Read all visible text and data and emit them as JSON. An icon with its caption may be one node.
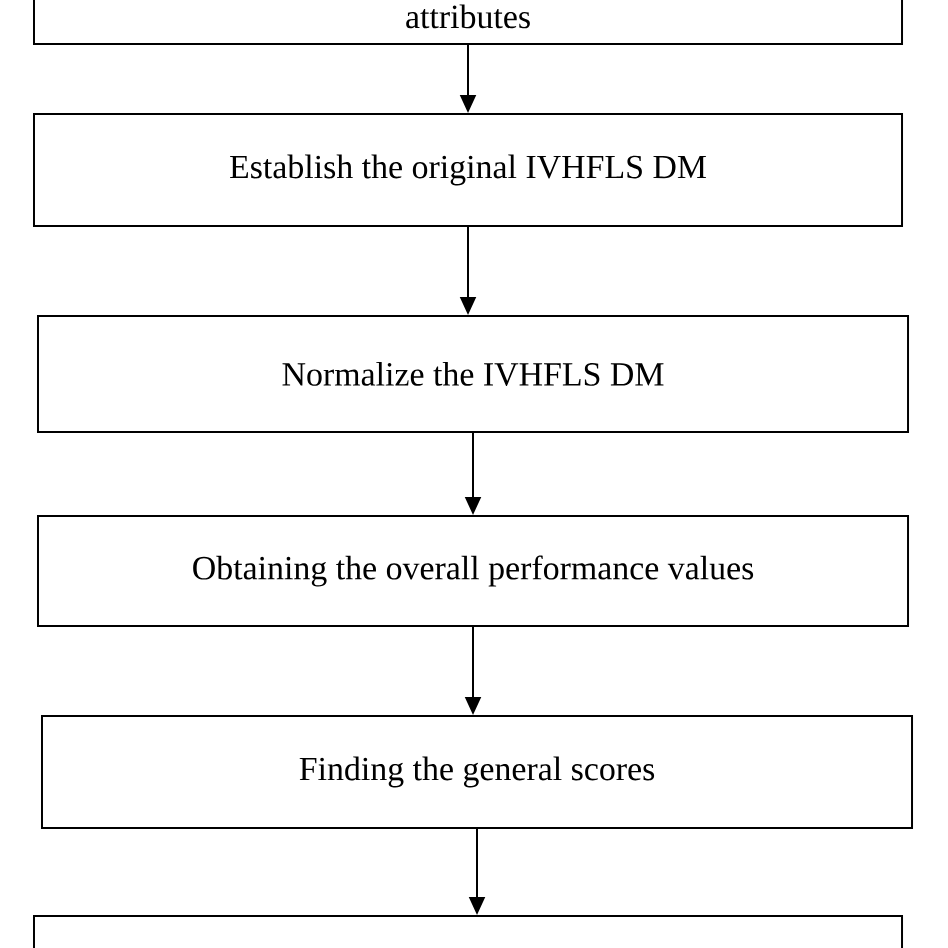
{
  "diagram": {
    "nodes": [
      {
        "text": [
          "attributes"
        ]
      },
      {
        "text": [
          "Establish the original IVHFLS DM"
        ]
      },
      {
        "text": [
          "Normalize the IVHFLS DM"
        ]
      },
      {
        "text": [
          "Obtaining the overall performance values"
        ]
      },
      {
        "text": [
          "Finding the general scores"
        ]
      },
      {
        "text": [],
        "shape": "box"
      }
    ],
    "edges": [
      {
        "from": 0,
        "to": 1,
        "arrow": "to"
      },
      {
        "from": 1,
        "to": 2,
        "arrow": "to"
      },
      {
        "from": 2,
        "to": 3,
        "arrow": "to"
      },
      {
        "from": 3,
        "to": 4,
        "arrow": "to"
      },
      {
        "from": 4,
        "to": 5,
        "arrow": "to"
      }
    ]
  }
}
